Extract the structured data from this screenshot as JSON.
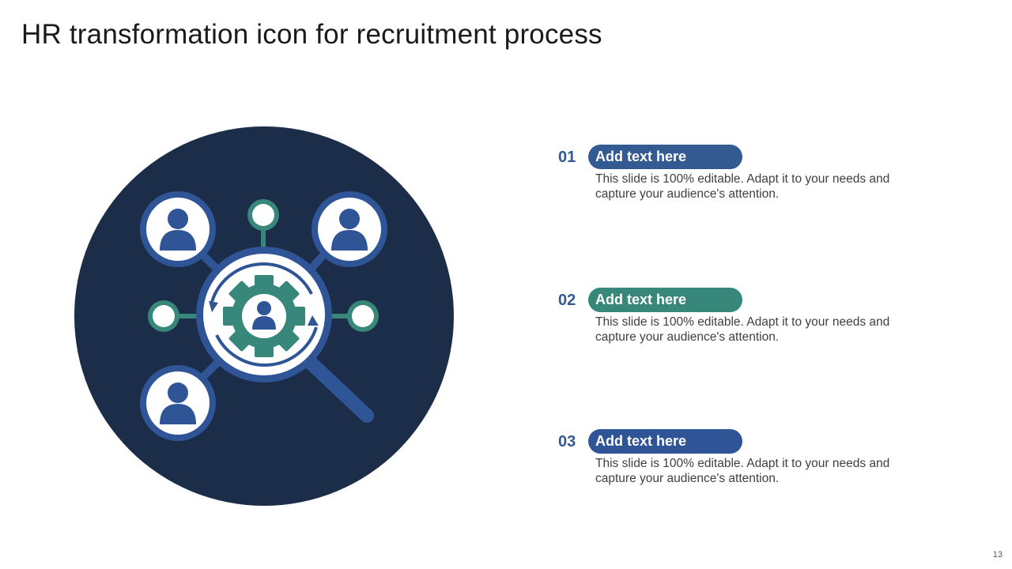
{
  "slide": {
    "title": "HR transformation  icon for recruitment process",
    "page_number": "13"
  },
  "colors": {
    "navy": "#1c2d4a",
    "blue": "#2f5597",
    "steel_blue": "#335a91",
    "teal": "#37877a",
    "white": "#ffffff",
    "text_gray": "#404040"
  },
  "items": [
    {
      "number": "01",
      "label": "Add text here",
      "description": "This slide is 100% editable. Adapt it to your needs and capture your audience's attention.",
      "accent": "#335a91"
    },
    {
      "number": "02",
      "label": "Add text here",
      "description": "This slide is 100% editable. Adapt it to your needs and capture your audience's attention.",
      "accent": "#37877a"
    },
    {
      "number": "03",
      "label": "Add text here",
      "description": "This slide is 100% editable. Adapt it to your needs and capture your audience's attention.",
      "accent": "#2f5597"
    }
  ],
  "illustration": {
    "icons": [
      "user-icon",
      "user-icon",
      "user-icon",
      "user-icon",
      "gear-icon",
      "magnifier-icon",
      "refresh-arrows-icon"
    ]
  }
}
